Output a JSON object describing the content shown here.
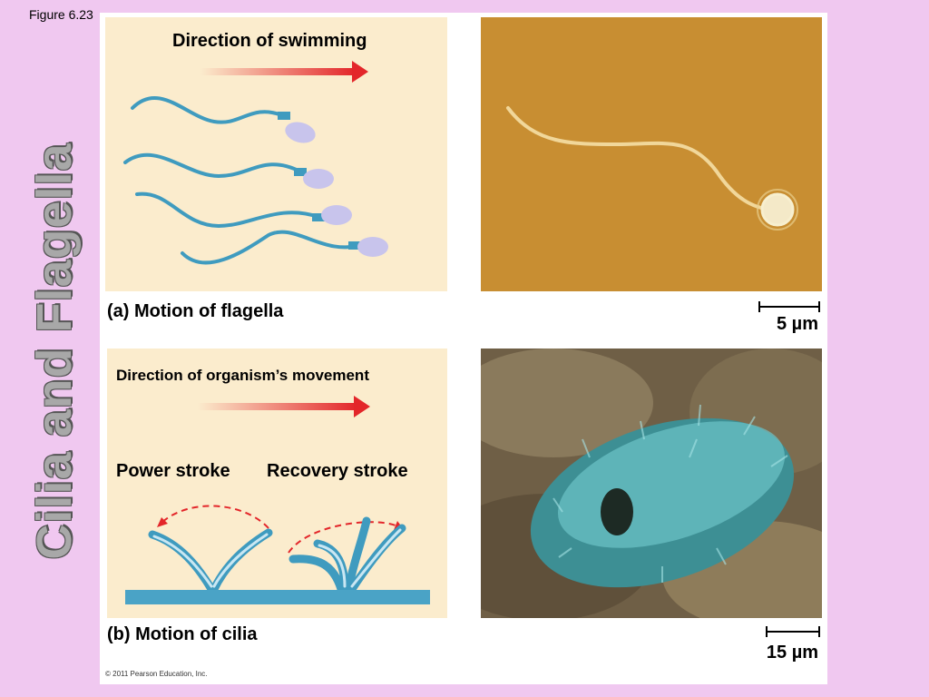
{
  "figure_label": "Figure 6.23",
  "side_title": "Cilia and Flagella",
  "panel_a": {
    "direction_label": "Direction of swimming",
    "caption": "(a) Motion of flagella",
    "scale_label": "5 µm"
  },
  "panel_b": {
    "direction_label": "Direction of organism’s movement",
    "power_stroke_label": "Power stroke",
    "recovery_stroke_label": "Recovery stroke",
    "caption": "(b) Motion of cilia",
    "scale_label": "15 µm"
  },
  "copyright": "© 2011 Pearson Education, Inc.",
  "colors": {
    "arrow_red": "#e3262a",
    "flagellum_blue": "#3f9bbf",
    "head_lavender": "#c8c4ec",
    "diagram_bg": "#fbeccd"
  }
}
